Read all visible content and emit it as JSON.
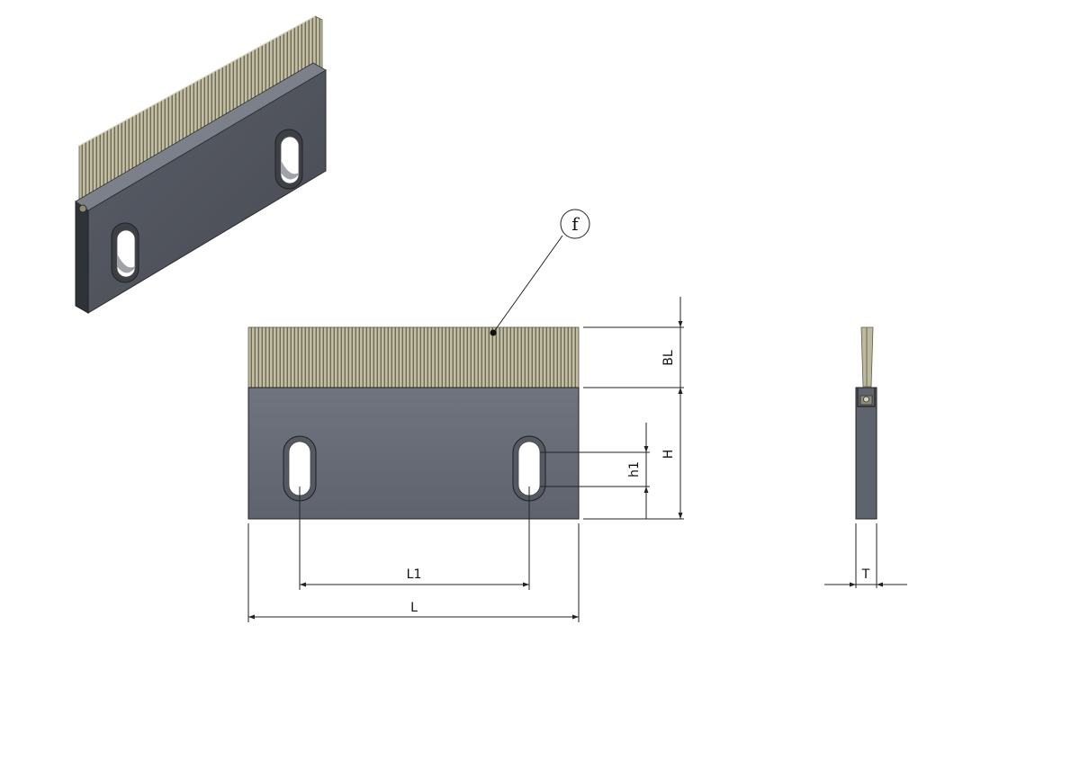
{
  "balloon": {
    "label": "f"
  },
  "dimensions": {
    "brush_length": "BL",
    "height": "H",
    "slot_height": "h1",
    "hole_spacing": "L1",
    "length": "L",
    "thickness": "T"
  },
  "colors": {
    "bristle": "#b9b49a",
    "bristle_dark": "#6e6a55",
    "plate_front": "#6b6f7a",
    "plate_dark": "#3a3d44",
    "plate_top": "#8a8e98",
    "line": "#222222"
  }
}
